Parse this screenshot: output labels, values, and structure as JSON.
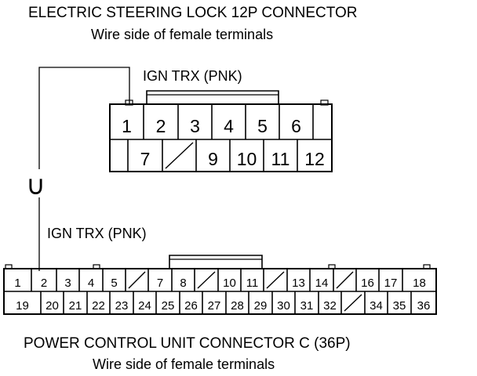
{
  "top_connector": {
    "title": "ELECTRIC STEERING LOCK 12P CONNECTOR",
    "subtitle": "Wire side of female terminals",
    "wire_label": "IGN TRX (PNK)",
    "row1": [
      "1",
      "2",
      "3",
      "4",
      "5",
      "6",
      ""
    ],
    "row2": [
      "",
      "7",
      "/",
      "9",
      "10",
      "11",
      "12"
    ]
  },
  "bottom_connector": {
    "title": "POWER CONTROL UNIT CONNECTOR C (36P)",
    "subtitle": "Wire side of female terminals",
    "wire_label": "IGN TRX (PNK)",
    "row1": [
      "1",
      "2",
      "3",
      "4",
      "5",
      "/",
      "7",
      "8",
      "/",
      "10",
      "11",
      "/",
      "13",
      "14",
      "/",
      "16",
      "17",
      "18"
    ],
    "row2": [
      "19",
      "20",
      "21",
      "22",
      "23",
      "24",
      "25",
      "26",
      "27",
      "28",
      "29",
      "30",
      "31",
      "32",
      "/",
      "34",
      "35",
      "36"
    ]
  },
  "continuity_symbol": "∪"
}
